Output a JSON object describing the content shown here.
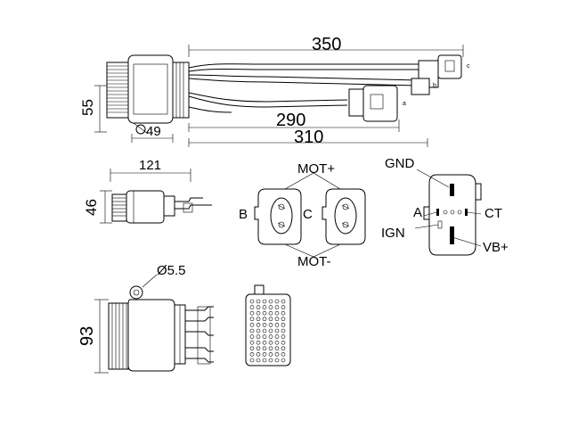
{
  "dimensions": {
    "overall_length": "350",
    "height_top": "55",
    "base_width": "49",
    "length_290": "290",
    "length_310": "310",
    "side_width": "121",
    "side_height": "46",
    "hole_diameter": "Ø5.5",
    "body_height": "93"
  },
  "connector_labels": {
    "mot_plus": "MOT+",
    "mot_minus": "MOT-",
    "pin_b": "B",
    "pin_c": "C"
  },
  "pinout_labels": {
    "gnd": "GND",
    "a": "A",
    "ct": "CT",
    "ign": "IGN",
    "vb_plus": "VB+"
  },
  "small_markers": {
    "mark_c": "c",
    "mark_b": "b",
    "mark_a": "a"
  }
}
